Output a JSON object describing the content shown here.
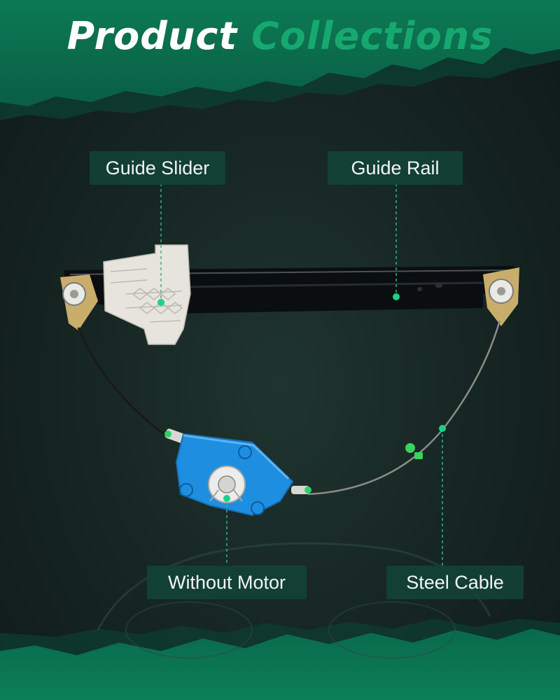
{
  "title": {
    "word1": "Product",
    "word2": "Collections"
  },
  "labels": {
    "guide_slider": "Guide Slider",
    "guide_rail": "Guide Rail",
    "without_motor": "Without Motor",
    "steel_cable": "Steel Cable"
  },
  "colors": {
    "accent": "#17a870",
    "label_bg": "#124234",
    "background": "#162421",
    "regulator_blue": "#1e8fe0"
  }
}
